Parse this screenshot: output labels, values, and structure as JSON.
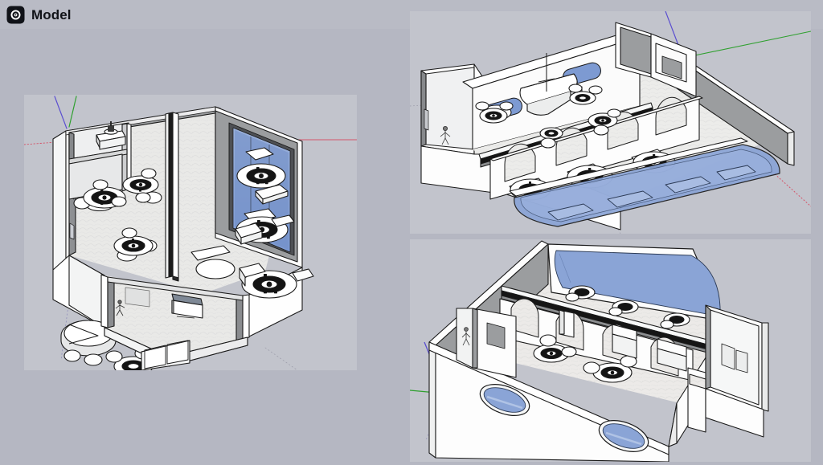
{
  "header": {
    "title": "Model",
    "icon": "aperture-target-icon"
  },
  "colors": {
    "page_background": "#b5b7c2",
    "viewport_background": "#c2c4cc",
    "header_background": "#b9bbc5",
    "axis_blue": "#5b4fd0",
    "axis_green": "#2fa02f",
    "axis_red": "#d4556a",
    "glass_blue": "#7d9ad2",
    "glass_blue_large": "#8099cc",
    "wall_white": "#fdfdfd",
    "wall_shade_light": "#eef0f1",
    "wall_shade_mid": "#d8dadc",
    "wall_shade_dark": "#8e9093",
    "floor": "#e8e8e6",
    "outline": "#1a1a1a"
  },
  "viewports": [
    {
      "id": "model-view-left",
      "name": "Floor plan overview — restaurant interior",
      "scene": "restaurant-floorplan-top-view",
      "axes": {
        "blue": true,
        "green": true,
        "red": true
      },
      "contents": [
        "perimeter walls",
        "interior partition wall",
        "kitchen / service room",
        "counter with pot",
        "round dining tables with chairs",
        "bar counter",
        "entrance vestibule",
        "human scale figure",
        "reception desk",
        "double entry doors"
      ]
    },
    {
      "id": "model-view-topright",
      "name": "Interior perspective — arched hall with glazing",
      "scene": "interior-arched-hall",
      "axes": {
        "blue": true,
        "green": true,
        "red": true
      },
      "contents": [
        "arched openings",
        "blue rounded windows",
        "curved bar counter",
        "round tables with chairs",
        "blue glazed facade bench",
        "human scale figure",
        "side service room"
      ]
    },
    {
      "id": "model-view-botright",
      "name": "Rear perspective — oval windows and glazed roof panel",
      "scene": "rear-perspective-oval-windows",
      "axes": {
        "blue": true,
        "green": true,
        "red": true
      },
      "contents": [
        "two oval blue windows",
        "large blue glazed panel",
        "arched partition wall",
        "round tables with chairs",
        "annex room",
        "human scale figure"
      ]
    }
  ]
}
